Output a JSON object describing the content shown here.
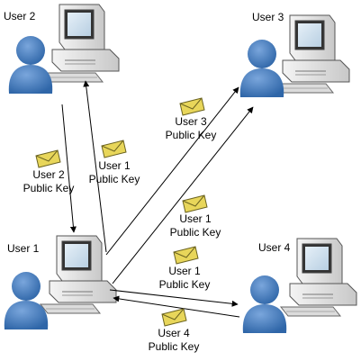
{
  "diagram": {
    "users": [
      {
        "id": "u1",
        "label": "User 1"
      },
      {
        "id": "u2",
        "label": "User 2"
      },
      {
        "id": "u3",
        "label": "User 3"
      },
      {
        "id": "u4",
        "label": "User 4"
      }
    ],
    "key_labels": [
      {
        "id": "k1",
        "line1": "User 2",
        "line2": "Public Key"
      },
      {
        "id": "k2",
        "line1": "User 1",
        "line2": "Public Key"
      },
      {
        "id": "k3",
        "line1": "User 3",
        "line2": "Public Key"
      },
      {
        "id": "k4",
        "line1": "User 1",
        "line2": "Public Key"
      },
      {
        "id": "k5",
        "line1": "User 1",
        "line2": "Public Key"
      },
      {
        "id": "k6",
        "line1": "User 4",
        "line2": "Public Key"
      }
    ],
    "colors": {
      "person": "#3f77b8",
      "person_light": "#6a9ad2",
      "computer_case": "#e8e8e8",
      "screen": "#c9dcec",
      "envelope": "#e8d65a",
      "arrow": "#000000"
    }
  }
}
